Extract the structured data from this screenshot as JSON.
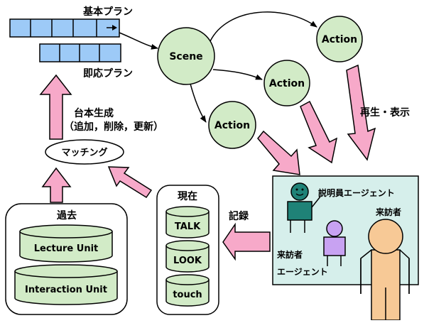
{
  "plans": {
    "basic_label": "基本プラン",
    "reactive_label": "即応プラン"
  },
  "nodes": {
    "scene": "Scene",
    "action_top": "Action",
    "action_mid": "Action",
    "action_low": "Action"
  },
  "labels": {
    "script_gen_line1": "台本生成",
    "script_gen_line2": "（追加，削除，更新）",
    "matching": "マッチング",
    "playback": "再生・表示",
    "record": "記録"
  },
  "past": {
    "title": "過去",
    "units": [
      "Lecture Unit",
      "Interaction Unit"
    ]
  },
  "present": {
    "title": "現在",
    "items": [
      "TALK",
      "LOOK",
      "touch"
    ]
  },
  "screen": {
    "explainer_agent": "説明員エージェント",
    "visitor_agent_line1": "来訪者",
    "visitor_agent_line2": "エージェント",
    "visitor": "来訪者"
  },
  "colors": {
    "plan_fill": "#9dcaf7",
    "node_fill": "#d2ebc7",
    "db_fill": "#d2ebc7",
    "arrow_pink": "#f7a9c9",
    "screen_fill": "#d6efeb",
    "explainer_fill": "#1f8277",
    "visitor_agent_fill": "#c8a2f2",
    "visitor_fill": "#f7c996"
  }
}
